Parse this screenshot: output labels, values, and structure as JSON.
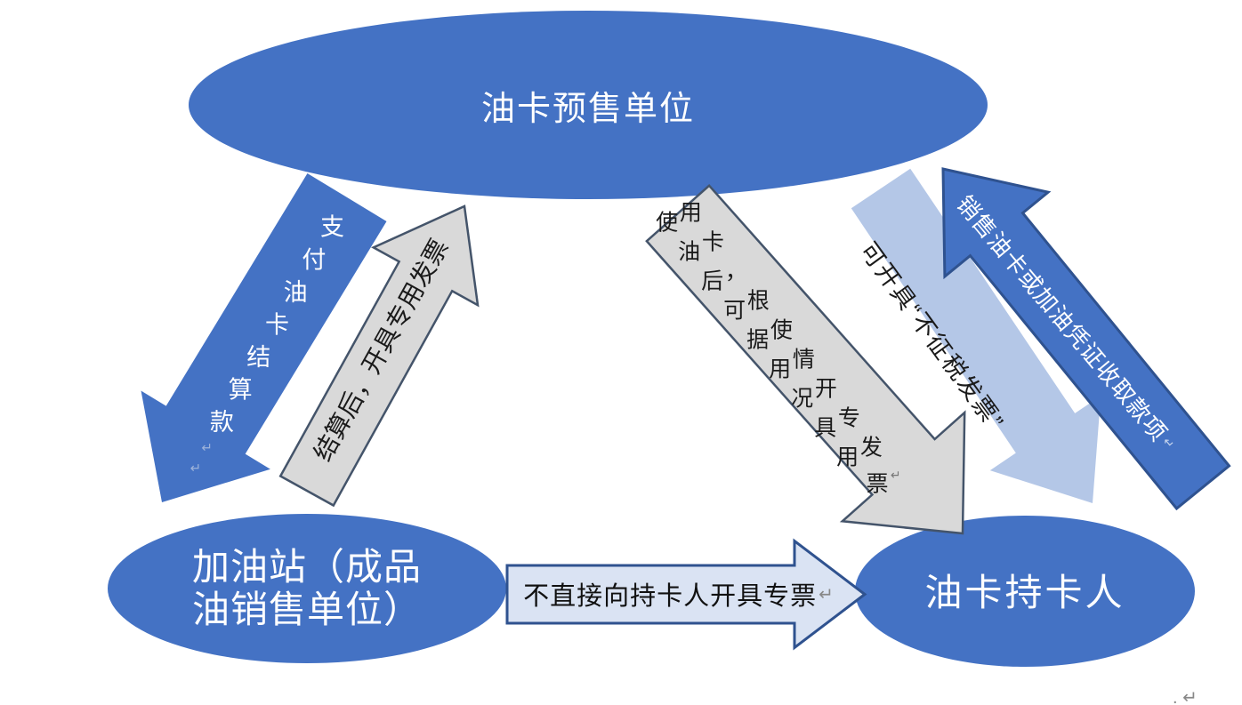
{
  "nodes": {
    "presale": {
      "label": "油卡预售单位"
    },
    "station": {
      "label": "加油站（成品\n油销售单位）"
    },
    "holder": {
      "label": "油卡持卡人"
    }
  },
  "arrows": {
    "pay": {
      "chars": "支付油卡结算款",
      "mark": "↵"
    },
    "settle_invoice": {
      "text": "结算后，开具专用发票"
    },
    "usage_invoice": {
      "rows": [
        "使用",
        "油卡",
        "后，",
        "可根",
        "据使",
        "用情",
        "况开",
        "具专",
        "用发",
        "票"
      ],
      "mark": "↵"
    },
    "non_tax": {
      "text": "可开具“不征税发票”"
    },
    "sell_collect": {
      "text": "销售油卡或加油凭证收取款项",
      "mark": "↵"
    },
    "no_direct": {
      "text": "不直接向持卡人开具专票",
      "mark": "↵"
    }
  },
  "stray": {
    "text": ". ↵"
  },
  "colors": {
    "node_fill": "#4472C4",
    "arrow_blue": "#4472C4",
    "arrow_blue_border": "#2F528F",
    "arrow_gray": "#D9D9D9",
    "arrow_gray_border": "#44546A",
    "arrow_light_blue": "#B4C7E7",
    "arrow_pale_blue": "#DAE3F3",
    "pale_border": "#2F528F"
  }
}
